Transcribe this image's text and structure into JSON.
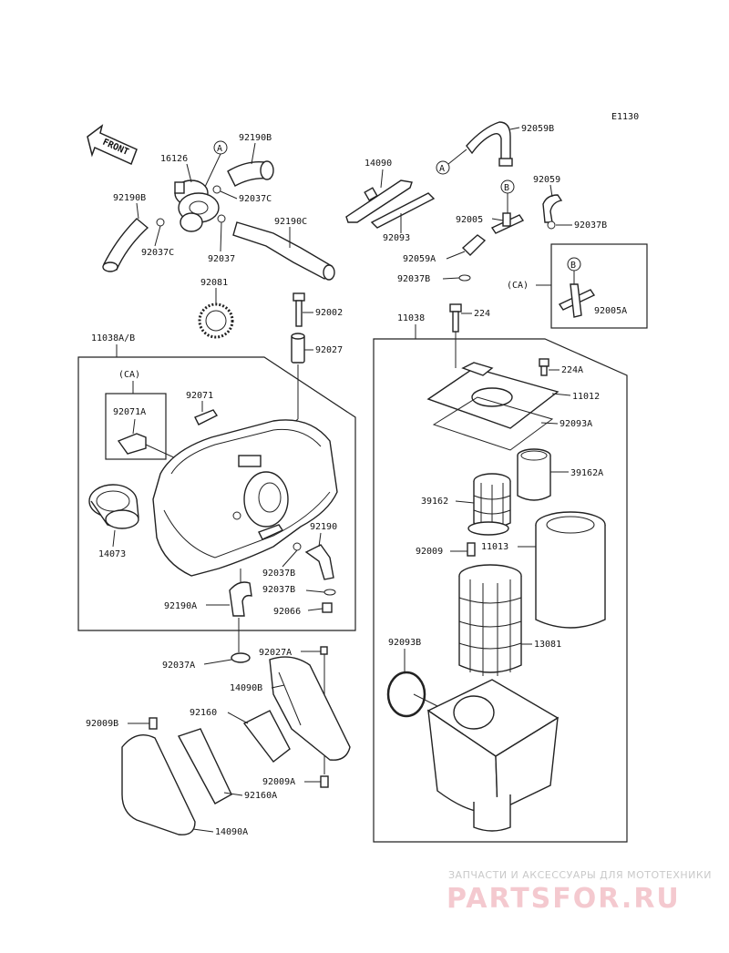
{
  "diagram": {
    "code": "E1130",
    "front_label": "FRONT",
    "labels": {
      "p16126": "16126",
      "p92190B_a": "92190B",
      "p92190B_b": "92190B",
      "p92037C_a": "92037C",
      "p92037C_b": "92037C",
      "p92037": "92037",
      "p92190C": "92190C",
      "p92081": "92081",
      "p14090": "14090",
      "p92093": "92093",
      "p92059B": "92059B",
      "p92059": "92059",
      "p92005": "92005",
      "p92037B_a": "92037B",
      "p92059A": "92059A",
      "p92037B_b": "92037B",
      "p92005A": "92005A",
      "ca_1": "(CA)",
      "p92002": "92002",
      "p224": "224",
      "p11038": "11038",
      "p11038AB": "11038A/B",
      "p92027": "92027",
      "ca_2": "(CA)",
      "p92071": "92071",
      "p92071A": "92071A",
      "p14073": "14073",
      "p92190": "92190",
      "p92037B_c": "92037B",
      "p92190A": "92190A",
      "p92066": "92066",
      "p224A": "224A",
      "p11012": "11012",
      "p92093A": "92093A",
      "p39162A": "39162A",
      "p39162": "39162",
      "p92009": "92009",
      "p11013": "11013",
      "p13081": "13081",
      "p92093B": "92093B",
      "p92037A": "92037A",
      "p92027A": "92027A",
      "p14090B": "14090B",
      "p92160": "92160",
      "p92009B": "92009B",
      "p92009A": "92009A",
      "p92160A": "92160A",
      "p14090A": "14090A"
    },
    "refs": {
      "a": "A",
      "b": "B"
    }
  },
  "watermark": {
    "line1": "ЗАПЧАСТИ И АКСЕССУАРЫ ДЛЯ МОТОТЕХНИКИ",
    "line2": "PARTSFOR.RU"
  }
}
